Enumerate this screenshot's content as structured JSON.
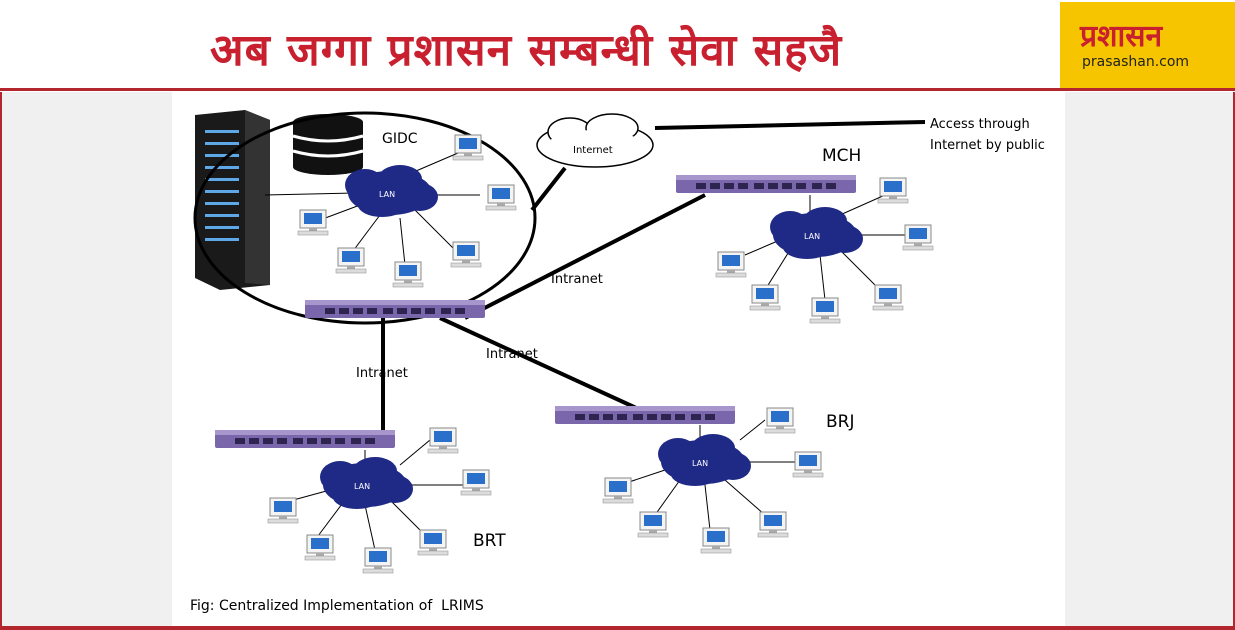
{
  "header": {
    "headline": "अब जग्गा प्रशासन सम्बन्धी सेवा सहजै",
    "brand_name": "प्रशासन",
    "brand_url": "prasashan.com"
  },
  "diagram": {
    "labels": {
      "gidc": "GIDC",
      "internet": "Internet",
      "access": "Access through",
      "access2": "Internet by public",
      "mch": "MCH",
      "brj": "BRJ",
      "brt": "BRT",
      "intranet_1": "Intranet",
      "intranet_2": "Intranet",
      "intranet_3": "Intranet",
      "lan": "LAN"
    },
    "caption": "Fig: Centralized Implementation of  LRIMS"
  },
  "colors": {
    "brand_red": "#c8202f",
    "brand_yellow": "#f6c500",
    "lan_cloud": "#1f2a86",
    "switch": "#6f5aa3"
  }
}
